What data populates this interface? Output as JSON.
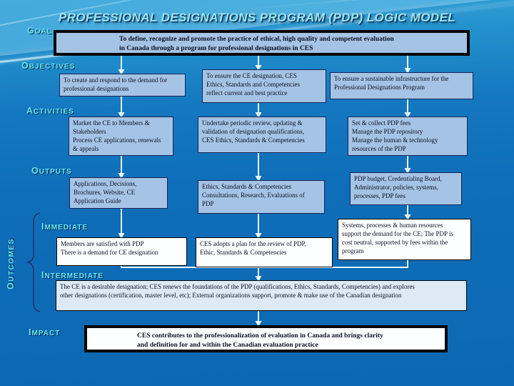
{
  "title": "PROFESSIONAL DESIGNATIONS PROGRAM  (PDP) LOGIC MODEL",
  "labels": {
    "goal": "GOAL",
    "objectives": "OBJECTIVES",
    "activities": "ACTIVITIES",
    "outputs": "OUTPUTS",
    "outcomes": "OUTCOMES",
    "immediate": "IMMEDIATE",
    "intermediate": "INTERMEDIATE",
    "impact": "IMPACT"
  },
  "goal": {
    "text": "To define, recognize and promote the practice of ethical, high quality and competent evaluation\nin Canada through a program for professional designations in CES"
  },
  "objectives": [
    "To create and respond to the demand for\nprofessional designations",
    "To ensure the CE designation, CES\nEthics, Standards and Competencies\nreflect current and best practice",
    "To ensure a sustainable infrastructure for the\nProfessional Designations Program"
  ],
  "activities": [
    "Market the CE to Members &\nStakeholders\nProcess CE applications, renewals\n& appeals",
    "Undertake periodic review, updating &\nvalidation of designation qualifications,\nCES Ethics, Standards & Competencies",
    "Set  & collect PDP fees\nManage the PDP repository\nManage the human & technology\nresources of the PDP"
  ],
  "outputs": [
    "Applications, Decisions,\nBrochures, Website, CE\nApplication Guide",
    "Ethics, Standards & Competencies\nConsultations, Research, Evaluations of\nPDP",
    "PDP budget, Credentialing Board,\nAdministrator, policies, systems,\nprocesses, PDP fees"
  ],
  "outcomes": {
    "immediate": [
      "Members are satisfied with PDP\nThere is a demand for CE designation",
      "CES adopts a plan for the review of PDP,\nEthic, Standards & Competencies",
      "Systems, processes & human resources\nsupport the demand for the CE; The PDP is\ncost neutral, supported by fees within the\nprogram"
    ],
    "intermediate": "The CE is a desirable designation; CES renews the foundations of the PDP (qualifications, Ethics, Standards, Competencies) and explores\nother designations (certification, master level, etc); External organizations support, promote & make use of the Canadian designation"
  },
  "impact": "CES contributes to the professionalization of evaluation in Canada and brings clarity\nand definition for and within the Canadian evaluation practice",
  "colors": {
    "bg-blue": "#0e6cb8",
    "title-color": "#9fe4ee",
    "label-color": "#6ae8f0",
    "box-fill": "#a5c3e4",
    "white-fill": "#fdfeff",
    "pale-fill": "#dde9f5",
    "arrow-color": "#e9fafe",
    "brace-color": "#21336b"
  }
}
